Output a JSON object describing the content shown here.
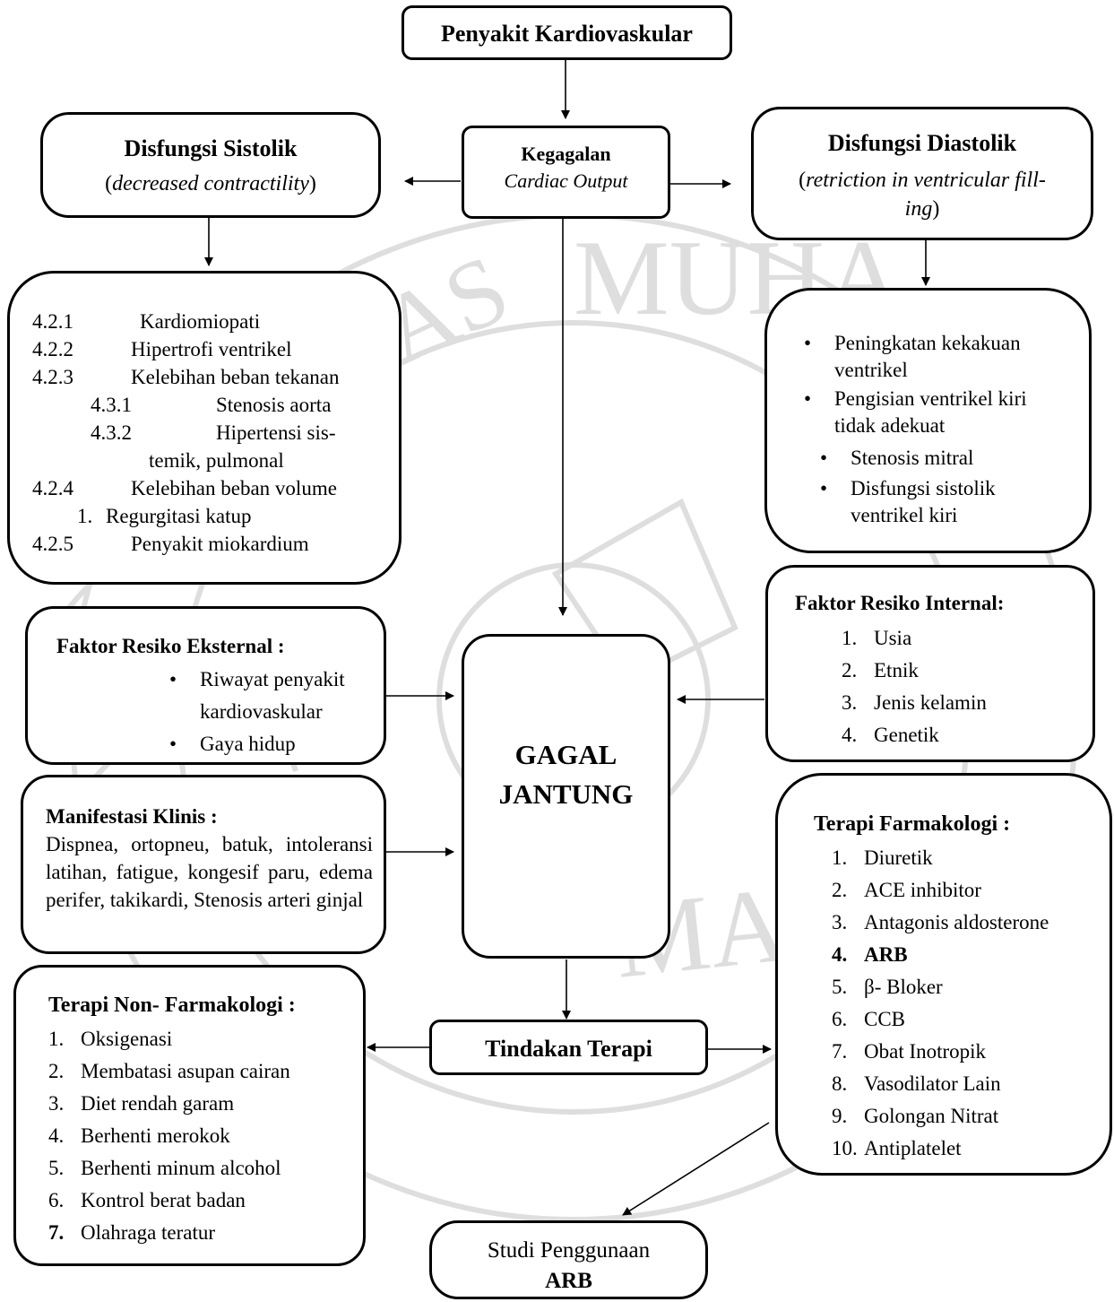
{
  "top": {
    "title": "Penyakit Kardiovaskular"
  },
  "co": {
    "line1": "Kegagalan",
    "line2": "Cardiac Output"
  },
  "sistolik": {
    "title": "Disfungsi Sistolik",
    "open": "(",
    "sub": "decreased contractility",
    "close": ")"
  },
  "diastolik": {
    "title": "Disfungsi Diastolik",
    "open": "(",
    "sub1": "retriction in ventricular fill-",
    "sub2": "ing",
    "close": ")"
  },
  "sis_list": {
    "rows": [
      {
        "num": "4.2.1",
        "text": "Kardiomiopati"
      },
      {
        "num": "4.2.2",
        "text": "Hipertrofi ventrikel"
      },
      {
        "num": "4.2.3",
        "text": "Kelebihan beban tekanan"
      },
      {
        "num": "4.3.1",
        "text": "Stenosis aorta"
      },
      {
        "num": "4.3.2",
        "text": "Hipertensi sis-"
      },
      {
        "num": "",
        "text": "temik, pulmonal"
      },
      {
        "num": "4.2.4",
        "text": "Kelebihan beban volume"
      },
      {
        "num": "1.",
        "text": "Regurgitasi katup"
      },
      {
        "num": "4.2.5",
        "text": "Penyakit miokardium"
      }
    ]
  },
  "dia_list": {
    "items": [
      "Peningkatan kekakuan ventrikel",
      "Pengisian ventrikel kiri tidak adekuat",
      "Stenosis mitral",
      "Disfungsi sistolik ventrikel kiri"
    ]
  },
  "eksternal": {
    "title": "Faktor Resiko Eksternal :",
    "items": [
      "Riwayat penyakit kardiovaskular",
      "Gaya hidup"
    ]
  },
  "internal": {
    "title": "Faktor Resiko Internal:",
    "items": [
      "Usia",
      "Etnik",
      "Jenis kelamin",
      "Genetik"
    ]
  },
  "manifest": {
    "title": "Manifestasi Klinis :",
    "body": "Dispnea, ortopneu, batuk, intoleransi latihan, fatigue, kongesif paru, edema perifer, takikardi, Stenosis arteri ginjal"
  },
  "gagal": {
    "line1": "GAGAL",
    "line2": "JANTUNG"
  },
  "nonfarm": {
    "title": "Terapi Non- Farmakologi :",
    "items": [
      "Oksigenasi",
      "Membatasi asupan cairan",
      "Diet rendah garam",
      "Berhenti merokok",
      "Berhenti minum alcohol",
      "Kontrol berat badan",
      "Olahraga teratur"
    ]
  },
  "tindakan": {
    "label": "Tindakan Terapi"
  },
  "farm": {
    "title": "Terapi Farmakologi :",
    "items": [
      "Diuretik",
      "ACE inhibitor",
      "Antagonis aldosterone",
      "ARB",
      "β- Bloker",
      "CCB",
      "Obat Inotropik",
      "Vasodilator Lain",
      "Golongan Nitrat",
      "Antiplatelet"
    ]
  },
  "studi": {
    "line1": "Studi Penggunaan",
    "line2": "ARB"
  },
  "watermark": {
    "top": "MUHA",
    "left": "AS",
    "bottom": "MALANG"
  }
}
